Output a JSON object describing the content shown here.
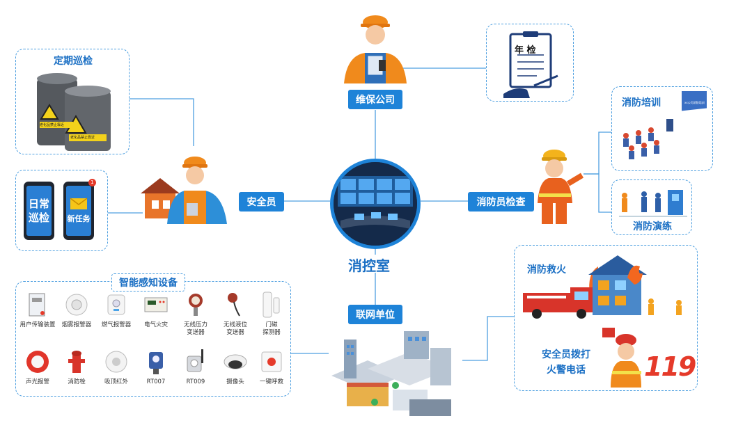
{
  "center": {
    "label": "消控室"
  },
  "nodes": {
    "maintenance": "维保公司",
    "safety_officer": "安全员",
    "firefighter_check": "消防员检查",
    "network_unit": "联网单位"
  },
  "annual_inspection": {
    "paper_title": "年 检"
  },
  "patrol": {
    "title": "定期巡检",
    "barrel_label": "老化品禁止靠近"
  },
  "phones": [
    {
      "text": "日常巡检",
      "line1": "日常",
      "line2": "巡检"
    },
    {
      "text": "新任务",
      "badge": "1"
    }
  ],
  "training": {
    "title": "消防培训",
    "board_text": "xx公司消防培训"
  },
  "drill": {
    "title": "消防演练"
  },
  "rescue": {
    "title": "消防救火",
    "call_line1": "安全员拨打",
    "call_line2": "火警电话",
    "number": "119"
  },
  "devices": {
    "title": "智能感知设备",
    "items": [
      {
        "label": "用户传输装置",
        "icon": "transmission-device-icon"
      },
      {
        "label": "烟雾报警器",
        "icon": "smoke-alarm-icon"
      },
      {
        "label": "燃气报警器",
        "icon": "gas-alarm-icon"
      },
      {
        "label": "电气火灾",
        "icon": "electrical-fire-icon"
      },
      {
        "label": "无线压力\n变送器",
        "icon": "pressure-transmitter-icon"
      },
      {
        "label": "无线液位\n变送器",
        "icon": "level-transmitter-icon"
      },
      {
        "label": "门磁\n探测器",
        "icon": "door-sensor-icon"
      },
      {
        "label": "声光报警",
        "icon": "sound-light-alarm-icon"
      },
      {
        "label": "消防栓",
        "icon": "fire-hydrant-icon"
      },
      {
        "label": "吸顶红外",
        "icon": "ceiling-infrared-icon"
      },
      {
        "label": "RT007",
        "icon": "rt007-icon"
      },
      {
        "label": "RT009",
        "icon": "rt009-icon"
      },
      {
        "label": "摄像头",
        "icon": "camera-icon"
      },
      {
        "label": "一键呼救",
        "icon": "sos-button-icon"
      }
    ]
  },
  "colors": {
    "accent": "#1e83d8",
    "title_blue": "#1a6fc4",
    "dashed_border": "#4d9fe0",
    "orange": "#f08a1c",
    "fire_red": "#e53a2a"
  }
}
